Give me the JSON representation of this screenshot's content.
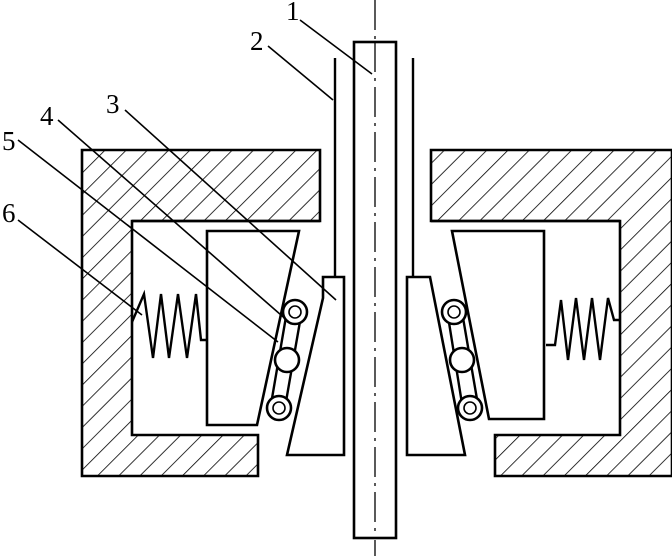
{
  "labels": [
    {
      "id": "1",
      "text": "1"
    },
    {
      "id": "2",
      "text": "2"
    },
    {
      "id": "3",
      "text": "3"
    },
    {
      "id": "4",
      "text": "4"
    },
    {
      "id": "5",
      "text": "5"
    },
    {
      "id": "6",
      "text": "6"
    }
  ]
}
